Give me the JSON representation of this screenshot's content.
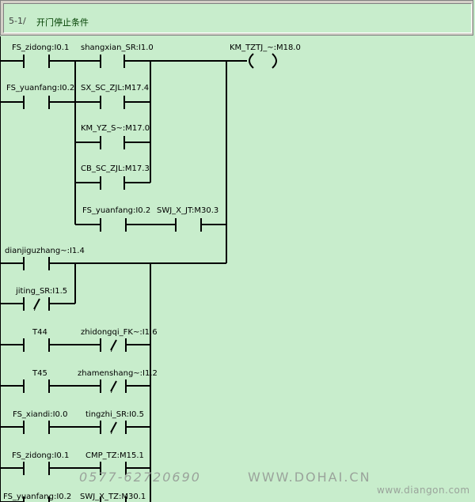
{
  "network": {
    "id": "5-1/",
    "title": "开门停止条件"
  },
  "coil": {
    "label": "KM_TZTJ_~:M18.0"
  },
  "contacts": [
    {
      "id": "c1",
      "label": "FS_zidong:I0.1",
      "nc": false
    },
    {
      "id": "c2",
      "label": "shangxian_SR:I1.0",
      "nc": false
    },
    {
      "id": "c3",
      "label": "FS_yuanfang:I0.2",
      "nc": false
    },
    {
      "id": "c4",
      "label": "SX_SC_ZJL:M17.4",
      "nc": false
    },
    {
      "id": "c5",
      "label": "KM_YZ_S~:M17.0",
      "nc": false
    },
    {
      "id": "c6",
      "label": "CB_SC_ZJL:M17.3",
      "nc": false
    },
    {
      "id": "c7",
      "label": "FS_yuanfang:I0.2",
      "nc": false
    },
    {
      "id": "c8",
      "label": "SWJ_X_JT:M30.3",
      "nc": false
    },
    {
      "id": "c9",
      "label": "dianjiguzhang~:I1.4",
      "nc": false
    },
    {
      "id": "c10",
      "label": "jiting_SR:I1.5",
      "nc": true
    },
    {
      "id": "c11",
      "label": "T44",
      "nc": false
    },
    {
      "id": "c12",
      "label": "zhidongqi_FK~:I1.6",
      "nc": true
    },
    {
      "id": "c13",
      "label": "T45",
      "nc": false
    },
    {
      "id": "c14",
      "label": "zhamenshang~:I1.2",
      "nc": true
    },
    {
      "id": "c15",
      "label": "FS_xiandi:I0.0",
      "nc": false
    },
    {
      "id": "c16",
      "label": "tingzhi_SR:I0.5",
      "nc": true
    },
    {
      "id": "c17",
      "label": "FS_zidong:I0.1",
      "nc": false
    },
    {
      "id": "c18",
      "label": "CMP_TZ:M15.1",
      "nc": false
    },
    {
      "id": "c19",
      "label": "FS_yuanfang:I0.2",
      "nc": false
    },
    {
      "id": "c20",
      "label": "SWJ_X_TZ:M30.1",
      "nc": false
    }
  ],
  "watermarks": {
    "phone": "0577-62720690",
    "site": "WWW.DOHAI.CN",
    "site2": "www.diangon.com"
  }
}
